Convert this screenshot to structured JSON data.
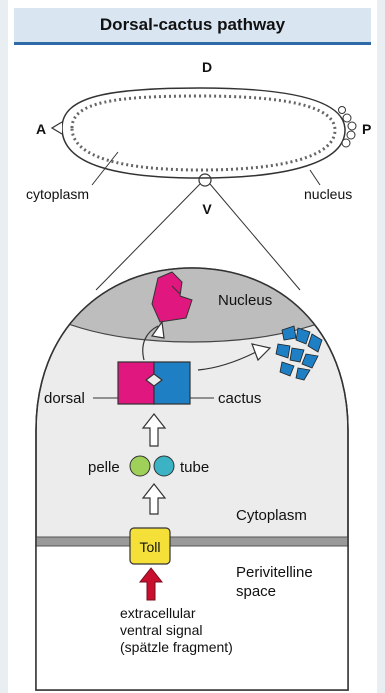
{
  "title": "Dorsal-cactus pathway",
  "embryo": {
    "axis_d": "D",
    "axis_v": "V",
    "axis_a": "A",
    "axis_p": "P",
    "cytoplasm_label": "cytoplasm",
    "nucleus_label": "nucleus"
  },
  "cell": {
    "nucleus_label": "Nucleus",
    "dorsal_label": "dorsal",
    "cactus_label": "cactus",
    "pelle_label": "pelle",
    "tube_label": "tube",
    "cytoplasm_label": "Cytoplasm",
    "toll_label": "Toll",
    "perivitelline_line1": "Perivitelline",
    "perivitelline_line2": "space",
    "signal_line1": "extracellular",
    "signal_line2": "ventral signal",
    "signal_line3": "(spätzle fragment)"
  },
  "colors": {
    "dorsal": "#e0177f",
    "cactus": "#1e7fc4",
    "pelle": "#9fd15a",
    "tube": "#3bb3c4",
    "toll": "#f5e03a",
    "signal_arrow": "#c8102e",
    "title_bg": "#d9e6f2"
  }
}
